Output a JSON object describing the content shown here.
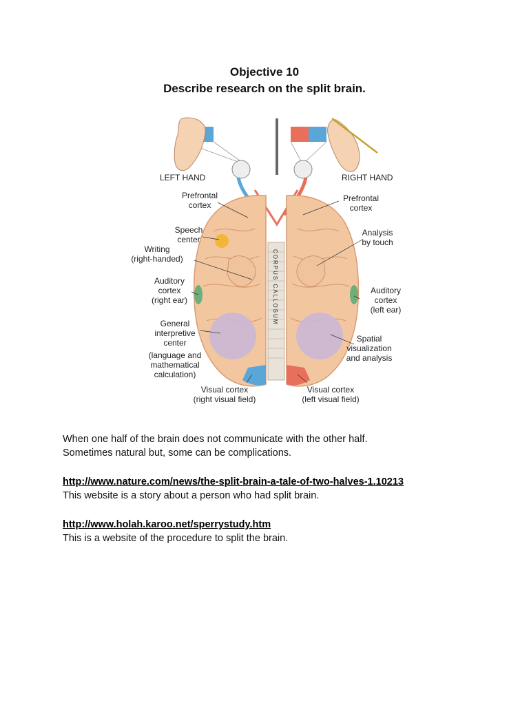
{
  "heading": {
    "line1": "Objective 10",
    "line2": "Describe research on the split brain."
  },
  "figure": {
    "left_hand": "LEFT HAND",
    "right_hand": "RIGHT HAND",
    "prefrontal_left": [
      "Prefrontal",
      "cortex"
    ],
    "prefrontal_right": [
      "Prefrontal",
      "cortex"
    ],
    "speech": [
      "Speech",
      "center"
    ],
    "writing": [
      "Writing",
      "(right-handed)"
    ],
    "auditory_left": [
      "Auditory",
      "cortex",
      "(right ear)"
    ],
    "general": [
      "General",
      "interpretive",
      "center",
      "(language and",
      "mathematical",
      "calculation)"
    ],
    "visual_left": [
      "Visual cortex",
      "(right visual field)"
    ],
    "analysis": [
      "Analysis",
      "by touch"
    ],
    "auditory_right": [
      "Auditory",
      "cortex",
      "(left ear)"
    ],
    "spatial": [
      "Spatial",
      "visualization",
      "and analysis"
    ],
    "visual_right": [
      "Visual cortex",
      "(left visual field)"
    ],
    "corpus": "CORPUS CALLOSUM",
    "colors": {
      "brain": "#f2c7a0",
      "brain_edge": "#d89a72",
      "red": "#e8705a",
      "blue": "#5aa6d8",
      "green": "#6fae7a",
      "yellow": "#f3b63a",
      "purple": "#cbb7d6"
    }
  },
  "content": {
    "para_line1": "When one half of the brain does not communicate with the other half.",
    "para_line2": "Sometimes natural but, some can be complications.",
    "link1": "http://www.nature.com/news/the-split-brain-a-tale-of-two-halves-1.10213",
    "link1_desc": "This website is a story about a person who had split brain.",
    "link2": "http://www.holah.karoo.net/sperrystudy.htm",
    "link2_desc": "This is a website of the procedure to split the brain."
  }
}
